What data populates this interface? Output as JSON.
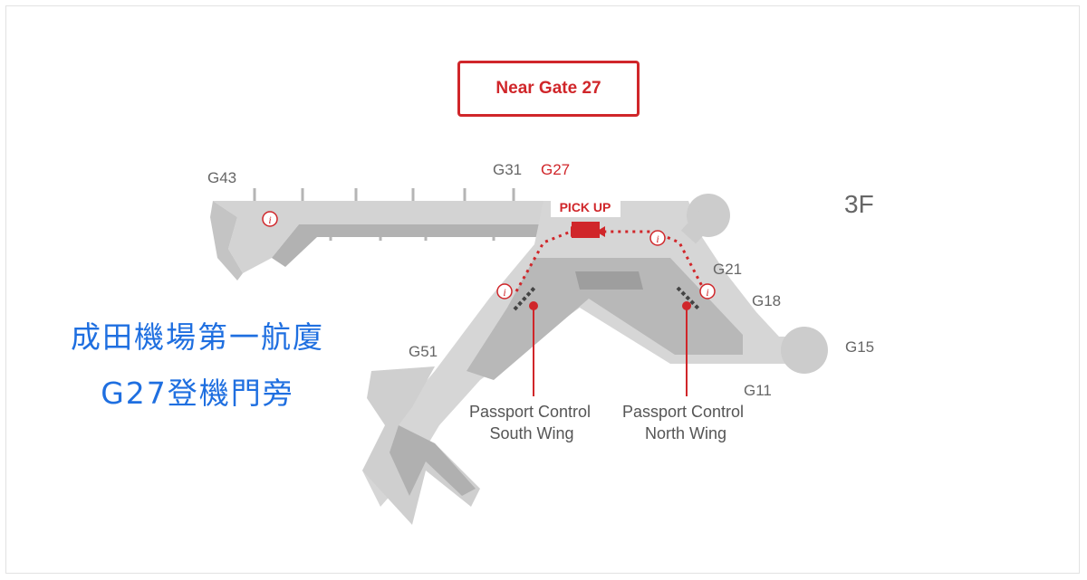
{
  "badge": {
    "label": "Near Gate 27"
  },
  "floor": {
    "label": "3F"
  },
  "gates": {
    "g43": "G43",
    "g31": "G31",
    "g27": "G27",
    "g21": "G21",
    "g18": "G18",
    "g15": "G15",
    "g11": "G11",
    "g51": "G51"
  },
  "pickup": {
    "label": "PICK UP"
  },
  "passport_south": {
    "line1": "Passport Control",
    "line2": "South Wing"
  },
  "passport_north": {
    "line1": "Passport Control",
    "line2": "North Wing"
  },
  "info_icon_glyph": "i",
  "caption": {
    "line1": "成田機場第一航廈",
    "line2": "G27登機門旁"
  },
  "colors": {
    "accent_red": "#d0262a",
    "caption_blue": "#1f6fe0",
    "building_light": "#d6d6d6",
    "building_dark": "#a9a9a9"
  }
}
